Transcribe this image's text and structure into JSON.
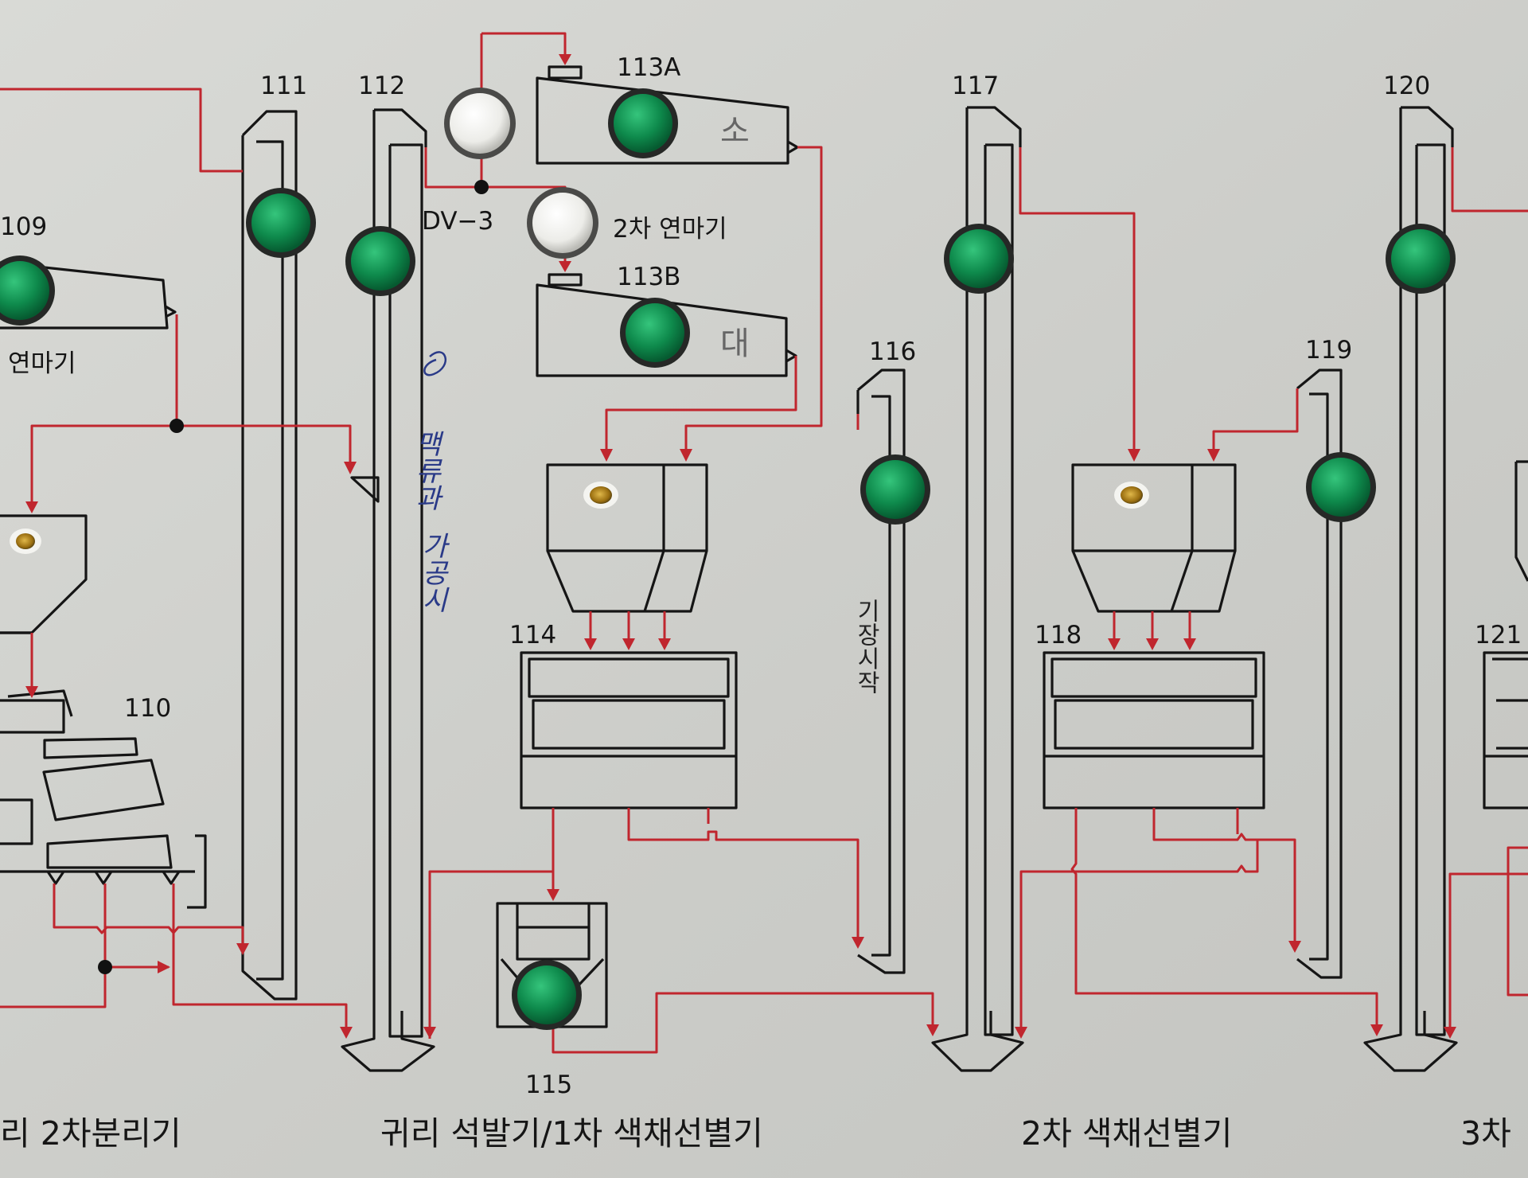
{
  "equipment_labels": {
    "l109": "109",
    "l110": "110",
    "l111": "111",
    "l112": "112",
    "l113a": "113A",
    "l113b": "113B",
    "l114": "114",
    "l115": "115",
    "l116": "116",
    "l117": "117",
    "l118": "118",
    "l119": "119",
    "l120": "120",
    "l121": "121"
  },
  "valve_label": "DV−3",
  "machine_texts": {
    "secondary_polisher": "2차 연마기",
    "polisher_partial": "연마기"
  },
  "captions": {
    "separator": "리 2차분리기",
    "destoner_sorter": "귀리 석발기/1차 색채선별기",
    "second_sorter": "2차 색채선별기",
    "third_partial": "3차"
  },
  "handwritten": {
    "small": "소",
    "large": "대",
    "vertical_note_1": "맥류과",
    "vertical_note_2": "가공시",
    "vertical_note_3": "기장시작"
  },
  "colors": {
    "panel": "#cfd0cc",
    "line": "#151515",
    "flow": "#c0262e",
    "indicator_green": "#0e8a4c",
    "indicator_white": "#f2f2f0",
    "indicator_amber": "#b98a1e"
  }
}
